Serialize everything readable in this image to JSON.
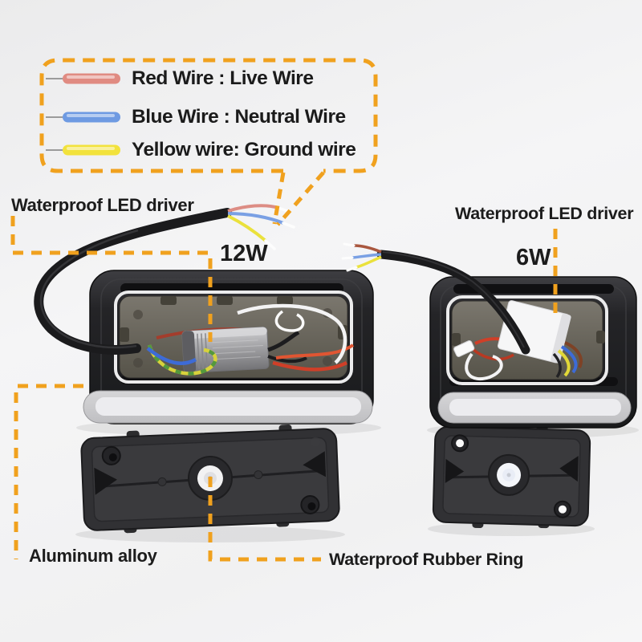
{
  "colors": {
    "accent_orange": "#F0A11E",
    "text": "#1C1C1C",
    "wire_red": "#E08B82",
    "wire_blue": "#6E9AE2",
    "wire_yellow": "#F2E23C"
  },
  "legend": {
    "items": [
      {
        "name": "red-wire",
        "color": "#E08B82",
        "label": "Red Wire : Live Wire"
      },
      {
        "name": "blue-wire",
        "color": "#6E9AE2",
        "label": "Blue Wire : Neutral Wire"
      },
      {
        "name": "yellow-wire",
        "color": "#F2E23C",
        "label": "Yellow wire: Ground wire"
      }
    ]
  },
  "callouts": {
    "driver_left": "Waterproof LED driver",
    "driver_right": "Waterproof LED driver",
    "wattage_left": "12W",
    "wattage_right": "6W",
    "aluminum": "Aluminum alloy",
    "rubber_ring": "Waterproof Rubber Ring"
  }
}
